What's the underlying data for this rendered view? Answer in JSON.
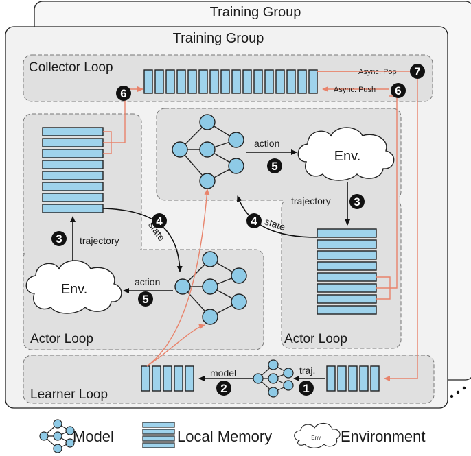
{
  "groups": {
    "back_title": "Training Group",
    "front_title": "Training Group"
  },
  "loops": {
    "collector": "Collector Loop",
    "actor_left": "Actor Loop",
    "actor_right": "Actor Loop",
    "learner": "Learner Loop"
  },
  "labels": {
    "action_top": "action",
    "action_left": "action",
    "trajectory_left": "trajectory",
    "trajectory_right": "trajectory",
    "state_left": "state",
    "state_right": "state",
    "async_pop": "Async. Pop",
    "async_push": "Async. Push",
    "model": "model",
    "traj": "traj.",
    "env": "Env."
  },
  "steps": {
    "s1": "1",
    "s2": "2",
    "s3a": "3",
    "s3b": "3",
    "s4a": "4",
    "s4b": "4",
    "s5a": "5",
    "s5b": "5",
    "s6a": "6",
    "s6b": "6",
    "s7": "7"
  },
  "legend": {
    "model": "Model",
    "memory": "Local Memory",
    "environment": "Environment",
    "env_icon_text": "Env."
  },
  "colors": {
    "memory_fill": "#9fd3ec",
    "node_fill": "#8ecae6",
    "arrow_red": "#e8836b",
    "panel_fill": "#e0e0e0",
    "group_fill": "#f2f2f2"
  }
}
